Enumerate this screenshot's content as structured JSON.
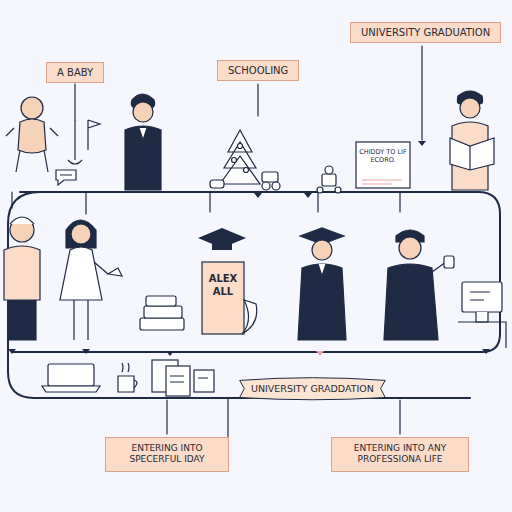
{
  "diagram": {
    "nodes": [
      {
        "text": [
          "A BABY"
        ]
      },
      {
        "text": [
          "SCHOOLING"
        ]
      },
      {
        "text": [
          "UNIVERSITY GRADUATION"
        ]
      },
      {
        "text": [
          "UNIVERSITY GRADDATION"
        ]
      },
      {
        "text": [
          "ENTERING INTO SPECERFUL IDAY"
        ]
      },
      {
        "text": [
          "ENTERING INTO ANY PROFESSIONA LIFE"
        ]
      }
    ],
    "labels": [
      "ALEX ALL",
      "CHIDDY TO LIF ECORO."
    ]
  }
}
